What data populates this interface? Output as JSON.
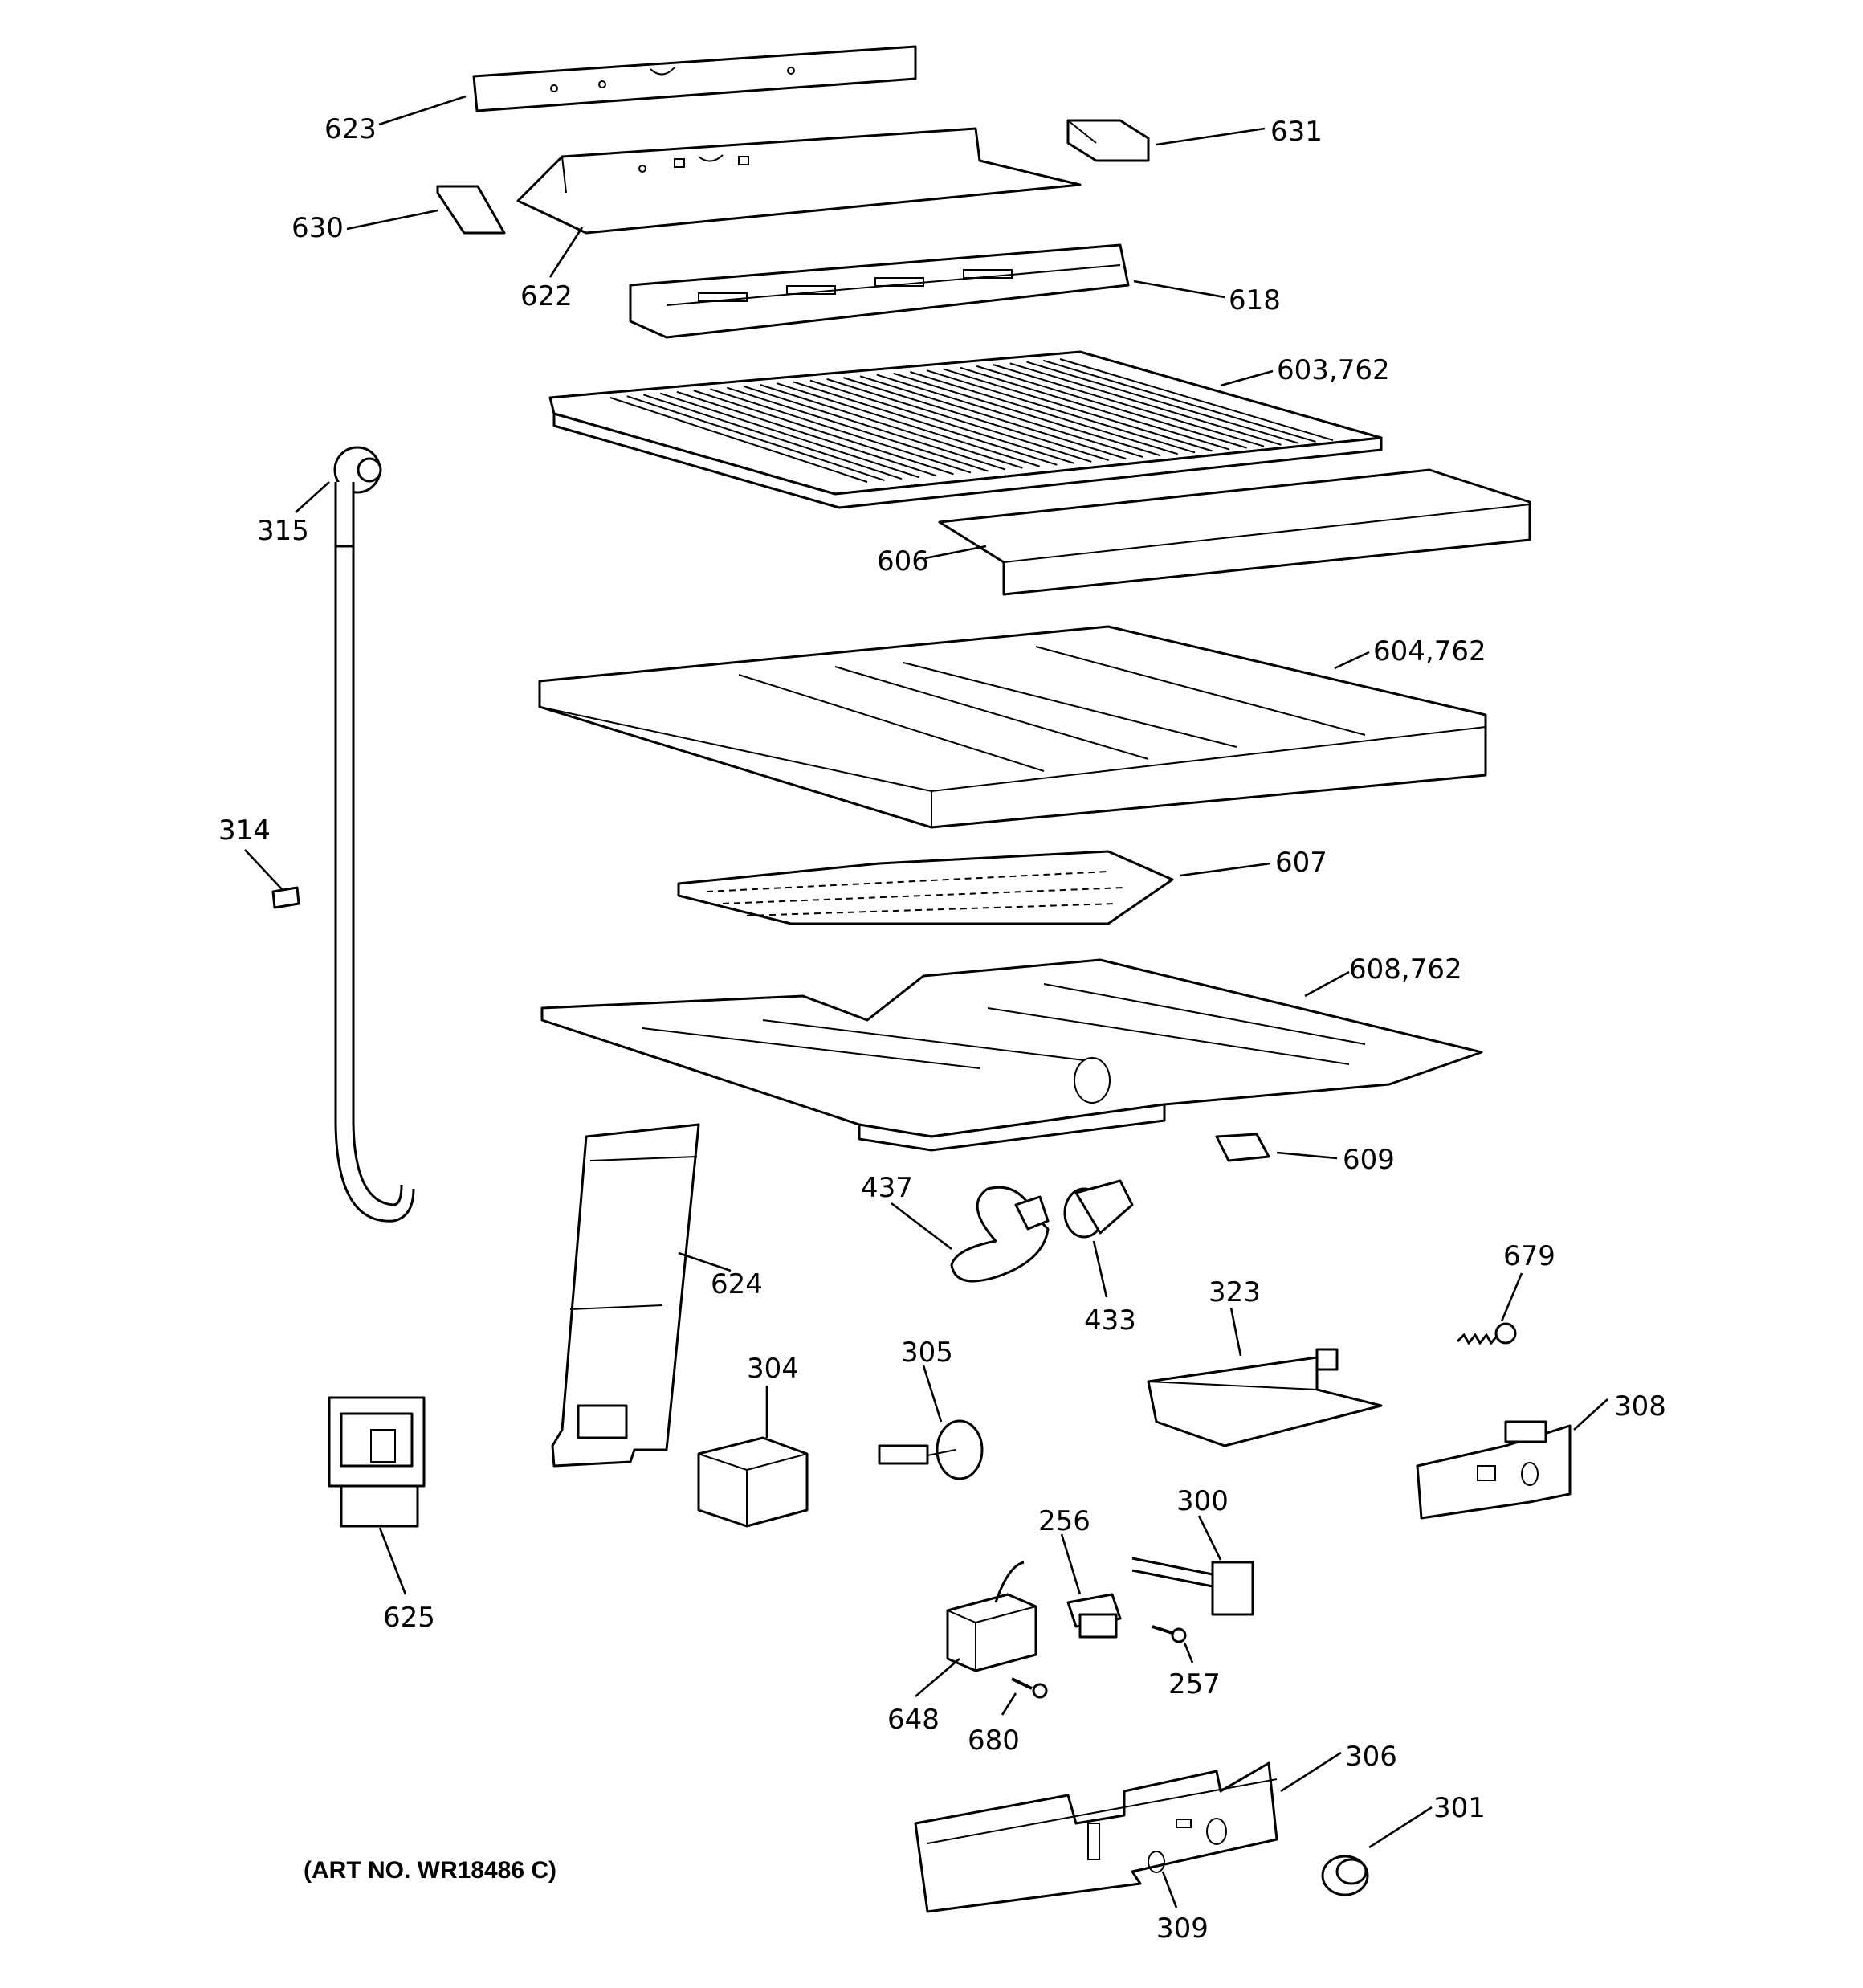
{
  "art_number": "(ART NO. WR18486 C)",
  "labels": {
    "p623": "623",
    "p631": "631",
    "p630": "630",
    "p622": "622",
    "p618": "618",
    "p603": "603,762",
    "p315": "315",
    "p606": "606",
    "p604": "604,762",
    "p314": "314",
    "p607": "607",
    "p608": "608,762",
    "p609": "609",
    "p437": "437",
    "p624": "624",
    "p433": "433",
    "p679": "679",
    "p323": "323",
    "p304": "304",
    "p305": "305",
    "p308": "308",
    "p625": "625",
    "p300": "300",
    "p256": "256",
    "p257": "257",
    "p648": "648",
    "p680": "680",
    "p306": "306",
    "p301": "301",
    "p309": "309"
  }
}
